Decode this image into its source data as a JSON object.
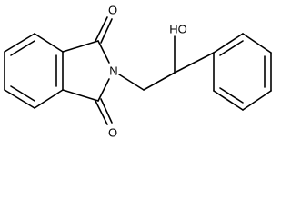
{
  "molecule": {
    "atom_labels": {
      "carbonyl_top": "O",
      "carbonyl_bottom": "O",
      "imide_nitrogen": "N",
      "hydroxyl": "HO"
    },
    "colors": {
      "bond": "#000000",
      "label": "#000000",
      "background": "#ffffff"
    }
  }
}
